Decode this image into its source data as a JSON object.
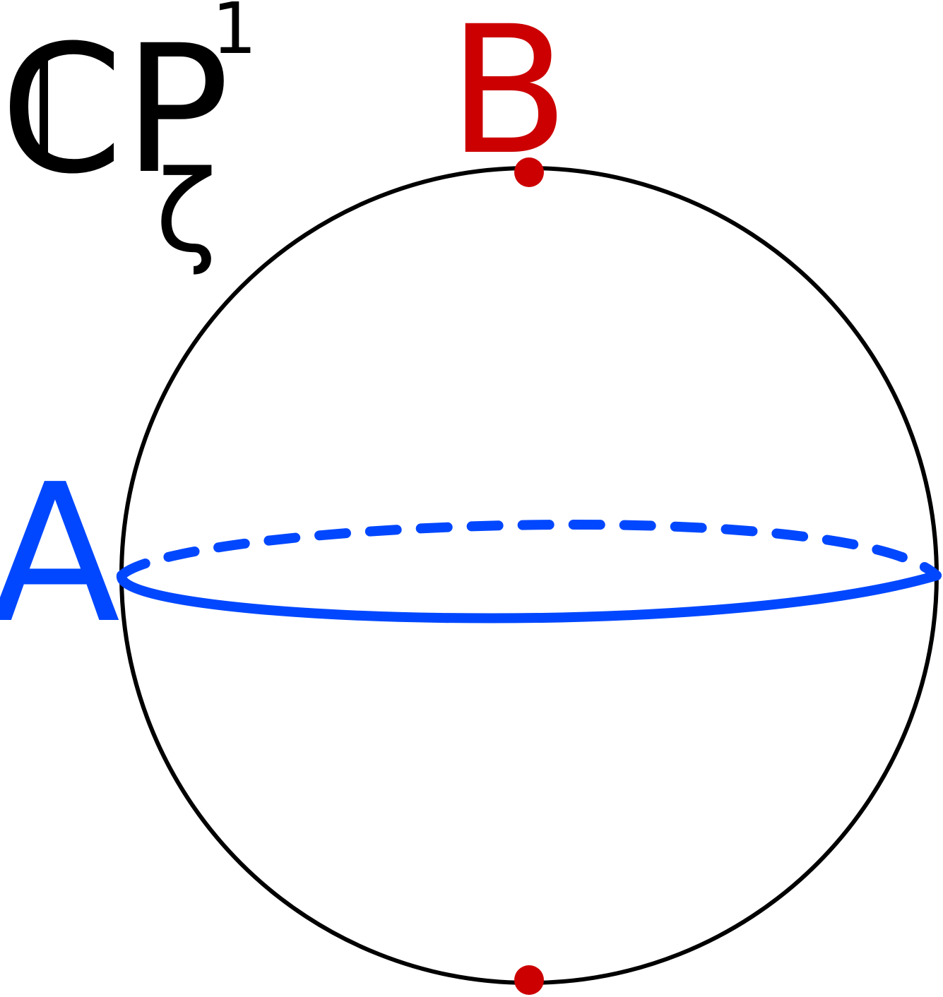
{
  "title": {
    "space": "CP",
    "superscript": "1",
    "subscript": "ζ"
  },
  "labels": {
    "point_top": "B",
    "equator": "A"
  },
  "colors": {
    "sphere_outline": "#000000",
    "equator": "#0047ff",
    "points": "#cc0000",
    "title": "#000000"
  }
}
